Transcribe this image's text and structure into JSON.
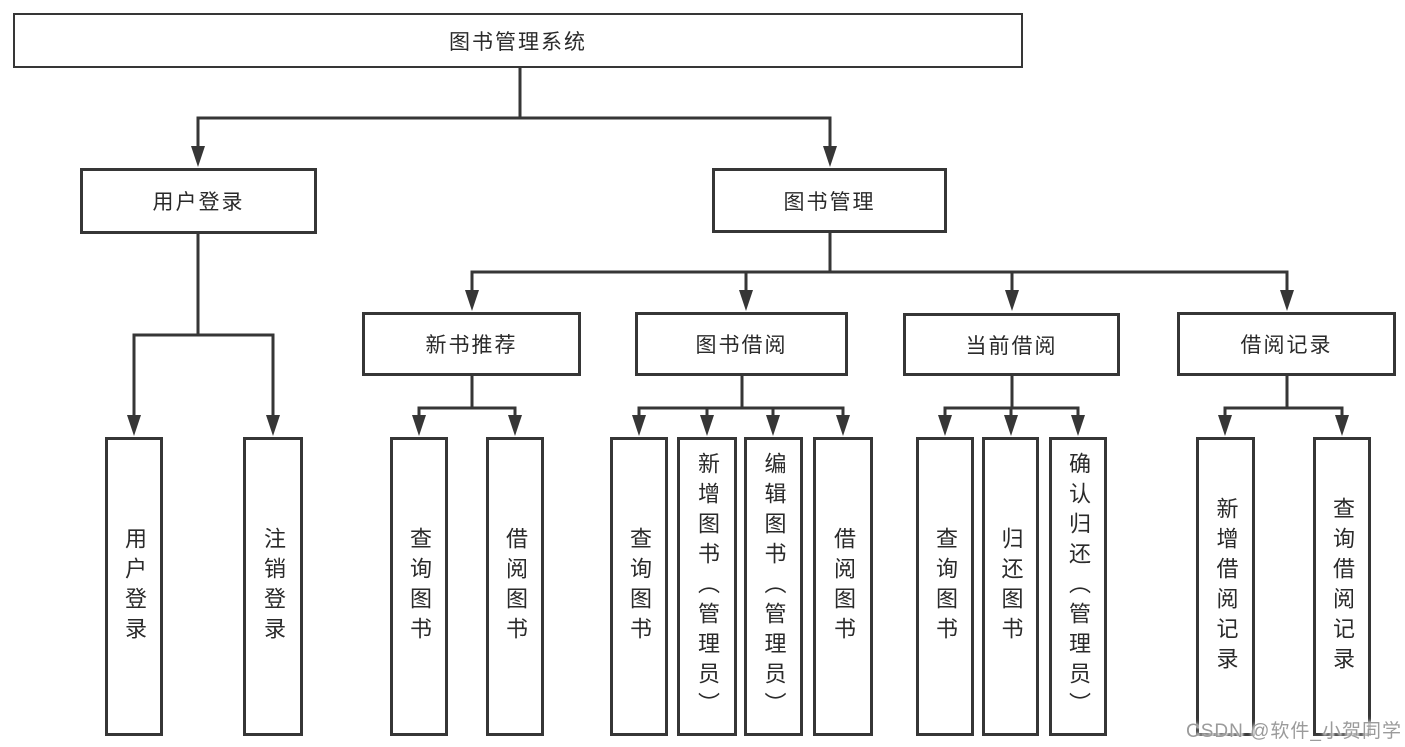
{
  "tree": {
    "root": {
      "label": "图书管理系统"
    },
    "branches": [
      {
        "label": "用户登录",
        "children": [
          {
            "label": "用户登录"
          },
          {
            "label": "注销登录"
          }
        ]
      },
      {
        "label": "图书管理",
        "groups": [
          {
            "label": "新书推荐",
            "children": [
              {
                "label": "查询图书"
              },
              {
                "label": "借阅图书"
              }
            ]
          },
          {
            "label": "图书借阅",
            "children": [
              {
                "label": "查询图书"
              },
              {
                "label": "新增图书（管理员）"
              },
              {
                "label": "编辑图书（管理员）"
              },
              {
                "label": "借阅图书"
              }
            ]
          },
          {
            "label": "当前借阅",
            "children": [
              {
                "label": "查询图书"
              },
              {
                "label": "归还图书"
              },
              {
                "label": "确认归还（管理员）"
              }
            ]
          },
          {
            "label": "借阅记录",
            "children": [
              {
                "label": "新增借阅记录"
              },
              {
                "label": "查询借阅记录"
              }
            ]
          }
        ]
      }
    ]
  },
  "watermark": {
    "text": "CSDN @软件_小贺同学"
  },
  "colors": {
    "line": "#363636",
    "box_border": "#363636",
    "text": "#2a2a2a",
    "watermark": "#9b9b9b",
    "background": "#ffffff"
  }
}
